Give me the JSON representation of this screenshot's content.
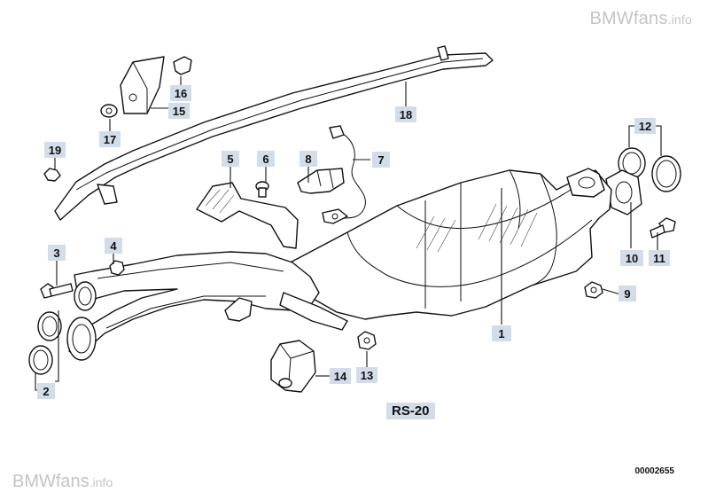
{
  "watermark": {
    "brand": "BMWfans",
    "suffix": ".info"
  },
  "diagram_ref": "RS-20",
  "image_code": "00002655",
  "callouts": [
    "1",
    "2",
    "3",
    "4",
    "5",
    "6",
    "7",
    "8",
    "9",
    "10",
    "11",
    "12",
    "13",
    "14",
    "15",
    "16",
    "17",
    "18",
    "19"
  ],
  "colors": {
    "callout_bg": "#d3dde9",
    "line": "#111111",
    "watermark": "#c4c4c4"
  }
}
